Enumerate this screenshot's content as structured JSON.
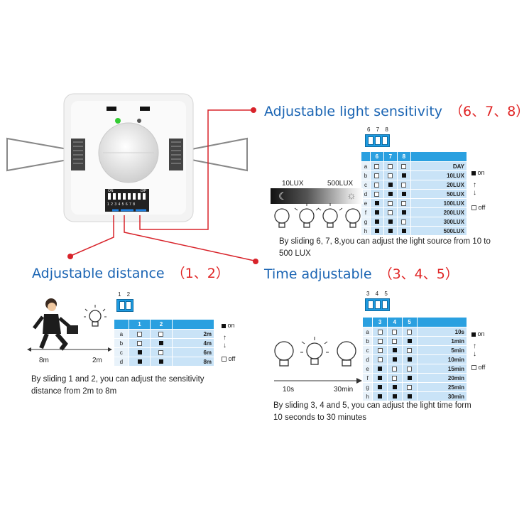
{
  "device": {
    "dip_caption_left": "ON",
    "dip_caption_right": "DIP",
    "dip_numbers": "1 2 3 4 5 6 7 8"
  },
  "light_sensitivity": {
    "title": "Adjustable light sensitivity",
    "numbers": "（6、7、8）",
    "dip_numbers": "6 7 8",
    "gradient_left": "10LUX",
    "gradient_right": "500LUX",
    "headers": [
      "",
      "6",
      "7",
      "8",
      ""
    ],
    "rows": [
      {
        "k": "a",
        "s": [
          0,
          0,
          0
        ],
        "v": "DAY"
      },
      {
        "k": "b",
        "s": [
          0,
          0,
          1
        ],
        "v": "10LUX"
      },
      {
        "k": "c",
        "s": [
          0,
          1,
          0
        ],
        "v": "20LUX"
      },
      {
        "k": "d",
        "s": [
          0,
          1,
          1
        ],
        "v": "50LUX"
      },
      {
        "k": "e",
        "s": [
          1,
          0,
          0
        ],
        "v": "100LUX"
      },
      {
        "k": "f",
        "s": [
          1,
          0,
          1
        ],
        "v": "200LUX"
      },
      {
        "k": "g",
        "s": [
          1,
          1,
          0
        ],
        "v": "300LUX"
      },
      {
        "k": "h",
        "s": [
          1,
          1,
          1
        ],
        "v": "500LUX"
      }
    ],
    "legend_on": "on",
    "legend_off": "off",
    "description": "By sliding 6, 7, 8,you can adjust the light source from 10 to 500 LUX"
  },
  "distance": {
    "title": "Adjustable distance",
    "numbers": "（1、2）",
    "dip_numbers": "1 2",
    "headers": [
      "",
      "1",
      "2",
      ""
    ],
    "rows": [
      {
        "k": "a",
        "s": [
          0,
          0
        ],
        "v": "2m"
      },
      {
        "k": "b",
        "s": [
          0,
          1
        ],
        "v": "4m"
      },
      {
        "k": "c",
        "s": [
          1,
          0
        ],
        "v": "6m"
      },
      {
        "k": "d",
        "s": [
          1,
          1
        ],
        "v": "8m"
      }
    ],
    "legend_on": "on",
    "legend_off": "off",
    "arrow_left": "8m",
    "arrow_right": "2m",
    "description": "By sliding 1 and 2, you can adjust the sensitivity distance from 2m to 8m"
  },
  "time": {
    "title": "Time adjustable",
    "numbers": "（3、4、5）",
    "dip_numbers": "3 4 5",
    "headers": [
      "",
      "3",
      "4",
      "5",
      ""
    ],
    "rows": [
      {
        "k": "a",
        "s": [
          0,
          0,
          0
        ],
        "v": "10s"
      },
      {
        "k": "b",
        "s": [
          0,
          0,
          1
        ],
        "v": "1min"
      },
      {
        "k": "c",
        "s": [
          0,
          1,
          0
        ],
        "v": "5min"
      },
      {
        "k": "d",
        "s": [
          0,
          1,
          1
        ],
        "v": "10min"
      },
      {
        "k": "e",
        "s": [
          1,
          0,
          0
        ],
        "v": "15min"
      },
      {
        "k": "f",
        "s": [
          1,
          0,
          1
        ],
        "v": "20min"
      },
      {
        "k": "g",
        "s": [
          1,
          1,
          0
        ],
        "v": "25min"
      },
      {
        "k": "h",
        "s": [
          1,
          1,
          1
        ],
        "v": "30min"
      }
    ],
    "legend_on": "on",
    "legend_off": "off",
    "arrow_left": "10s",
    "arrow_right": "30min",
    "description": "By sliding 3, 4 and 5, you can adjust the light time form 10 seconds to 30 minutes"
  }
}
